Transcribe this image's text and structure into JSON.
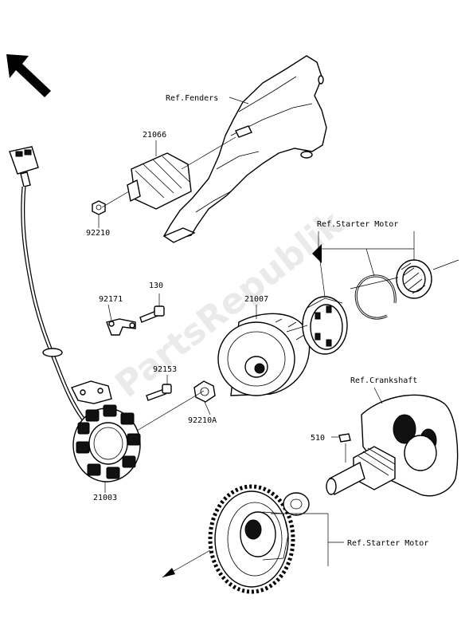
{
  "watermark": "PartsRepublik",
  "labels": {
    "ref_fenders": "Ref.Fenders",
    "ref_starter_motor_top": "Ref.Starter Motor",
    "ref_crankshaft": "Ref.Crankshaft",
    "ref_starter_motor_bottom": "Ref.Starter Motor",
    "p21066": "21066",
    "p92210": "92210",
    "p92171": "92171",
    "p130": "130",
    "p21007": "21007",
    "p92153": "92153",
    "p92210A": "92210A",
    "p510": "510",
    "p21003": "21003"
  },
  "icons": {
    "direction_arrow": "arrow-up-left-icon"
  }
}
